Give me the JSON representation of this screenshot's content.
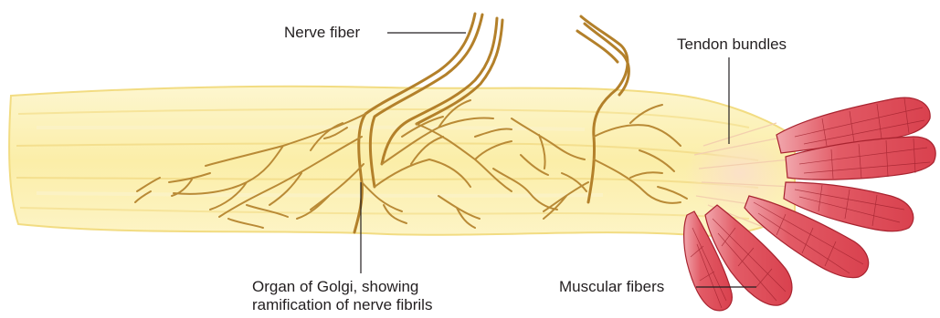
{
  "labels": {
    "nerve_fiber": "Nerve fiber",
    "tendon_bundles": "Tendon bundles",
    "organ_of_golgi_line1": "Organ of Golgi, showing",
    "organ_of_golgi_line2": "ramification of nerve fibrils",
    "muscular_fibers": "Muscular fibers"
  },
  "colors": {
    "tendon_fill": "#fbf0b4",
    "tendon_edge": "#f2dc82",
    "nerve": "#b3802a",
    "muscle": "#e0525e",
    "muscle_dark": "#a8232f",
    "text": "#231f20"
  }
}
